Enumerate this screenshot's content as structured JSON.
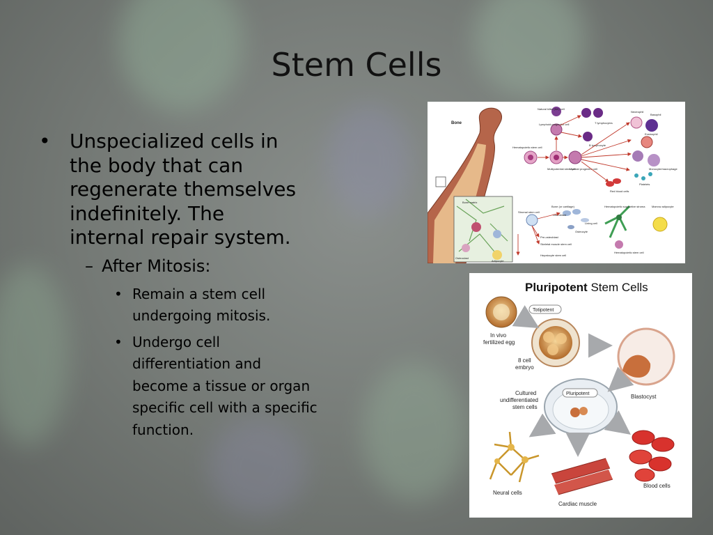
{
  "slide": {
    "title": "Stem Cells",
    "bullets": {
      "main": [
        "Unspecialized cells in",
        "the body that can",
        "regenerate themselves",
        "indefinitely.  The",
        "internal repair system."
      ],
      "sub": "After Mitosis:",
      "subsub": [
        [
          "Remain a stem cell",
          "undergoing mitosis."
        ],
        [
          "Undergo cell",
          "differentiation and",
          "become a tissue or organ",
          "specific cell with a specific",
          "function."
        ]
      ]
    }
  },
  "figure_hematopoiesis": {
    "labels": {
      "bone": "Bone",
      "hsc": "Hematopoietic stem cell",
      "nk": "Natural killer (NK) cell",
      "lymphoid": "Lymphoid progenitor cell",
      "t_lymph": "T lymphocytes",
      "b_lymph": "B lymphocyte",
      "neutrophil": "Neutrophil",
      "basophil": "Basophil",
      "eosinophil": "Eosinophil",
      "monocyte": "Monocyte/macrophage",
      "platelets": "Platelets",
      "rbc": "Red blood cells",
      "multipotential": "Multipotential stem cell",
      "myeloid": "Myeloid progenitor cell",
      "bone_matrix": "Bone matrix",
      "stromal": "Stromal stem cell",
      "bone_cartilage": "Bone (or cartilage)",
      "osteoblast": "Osteoblast",
      "osteocyte": "Osteocyte",
      "lining": "Lining cell",
      "supportive": "Hematopoietic supportive stroma",
      "marrow_adipocyte": "Marrow adipocyte",
      "pre_osteoblast": "Pre-osteoblast",
      "skeletal": "Skeletal muscle stem cell",
      "hepatocyte": "Hepatocyte stem cell",
      "hsc2": "Hematopoietic stem cell",
      "osteoclast": "Osteoclast",
      "adipocyte": "Adipocyte"
    }
  },
  "figure_pluripotent": {
    "title_bold": "Pluripotent",
    "title_rest": " Stem Cells",
    "labels": {
      "totipotent": "Totipotent",
      "in_vivo": "In vivo",
      "fertilized": "fertilized egg",
      "eight_cell": "8 cell",
      "embryo": "embryo",
      "blastocyst": "Blastocyst",
      "cultured": "Cultured",
      "undiff": "undifferentiated",
      "stem_cells": "stem cells",
      "pluripotent": "Pluripotent",
      "neural": "Neural cells",
      "cardiac": "Cardiac muscle",
      "blood": "Blood cells"
    }
  }
}
